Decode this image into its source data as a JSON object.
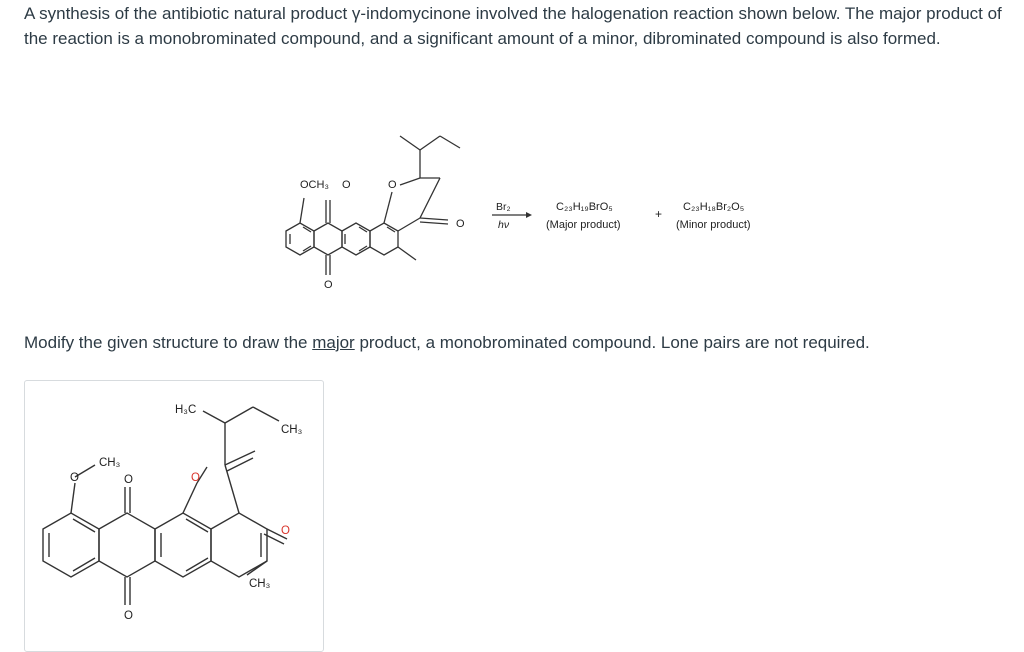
{
  "question": {
    "intro": "A synthesis of the antibiotic natural product γ-indomycinone involved the halogenation reaction shown below. The major product of the reaction is a monobrominated compound, and a significant amount of a minor, dibrominated compound is also formed.",
    "instruction_before": "Modify the given structure to draw the ",
    "instruction_emph": "major",
    "instruction_after": " product, a monobrominated compound. Lone pairs are not required."
  },
  "scheme": {
    "reagent_top": "Br₂",
    "reagent_bottom": "hν",
    "plus": "+",
    "major_formula": "C₂₃H₁₉BrO₅",
    "major_label": "(Major product)",
    "minor_formula": "C₂₃H₁₈Br₂O₅",
    "minor_label": "(Minor product)",
    "atom_och3": "OCH₃",
    "atom_o": "O"
  },
  "editor": {
    "h3c": "H₃C",
    "ch3": "CH₃",
    "o": "O"
  }
}
